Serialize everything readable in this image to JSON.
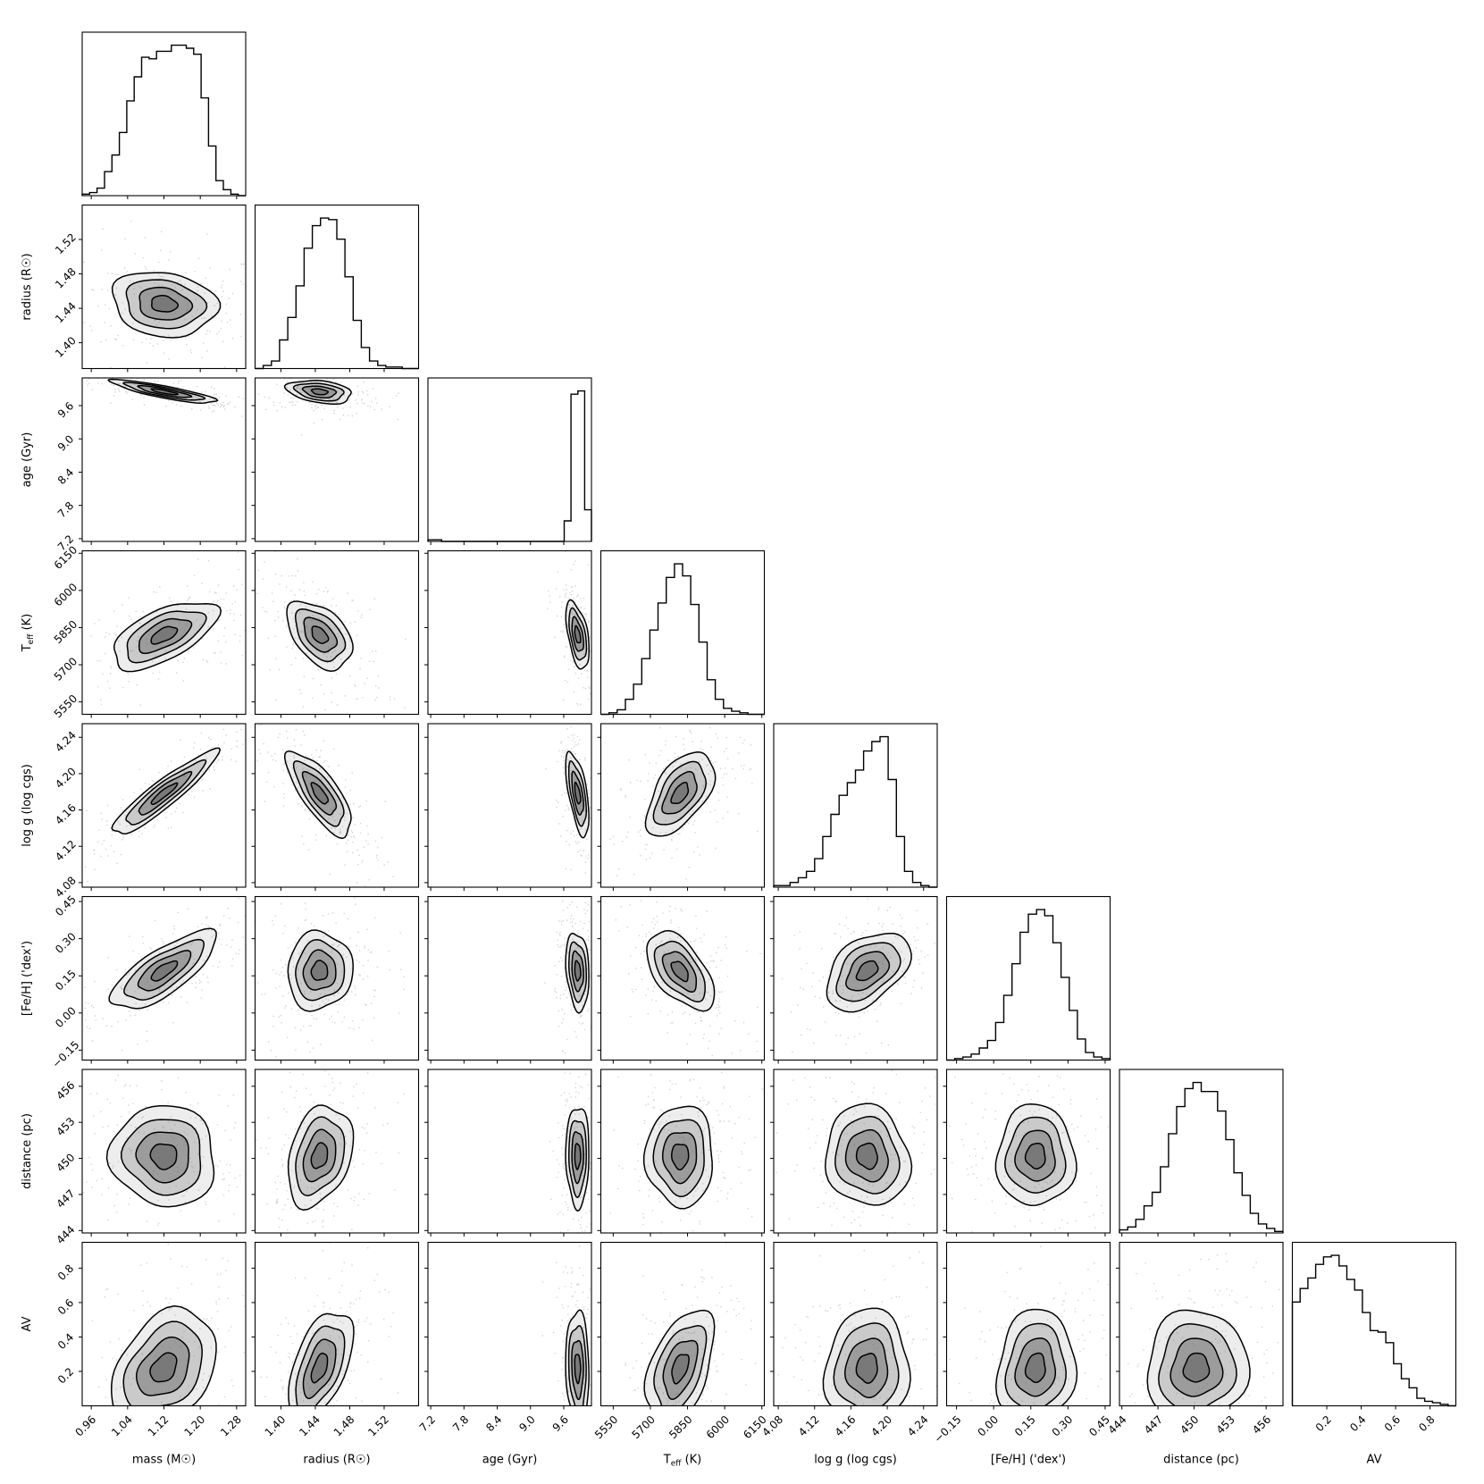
{
  "chart_data": {
    "type": "corner",
    "parameters": [
      {
        "key": "mass",
        "label": "mass (M☉)",
        "range": [
          0.94,
          1.3
        ],
        "ticks": [
          0.96,
          1.04,
          1.12,
          1.2,
          1.28
        ],
        "tick_labels": [
          "0.96",
          "1.04",
          "1.12",
          "1.20",
          "1.28"
        ],
        "median": 1.12,
        "sigma": 0.055
      },
      {
        "key": "radius",
        "label": "radius (R☉)",
        "range": [
          1.37,
          1.56
        ],
        "ticks": [
          1.4,
          1.44,
          1.48,
          1.52
        ],
        "tick_labels": [
          "1.40",
          "1.44",
          "1.48",
          "1.52"
        ],
        "median": 1.445,
        "sigma": 0.018
      },
      {
        "key": "age",
        "label": "age (Gyr)",
        "range": [
          7.15,
          10.1
        ],
        "ticks": [
          7.2,
          7.8,
          8.4,
          9.0,
          9.6
        ],
        "tick_labels": [
          "7.2",
          "7.8",
          "8.4",
          "9.0",
          "9.6"
        ],
        "median": 9.85,
        "sigma": 0.1
      },
      {
        "key": "teff",
        "label": "T_eff (K)",
        "range": [
          5500,
          6160
        ],
        "ticks": [
          5550,
          5700,
          5850,
          6000,
          6150
        ],
        "tick_labels": [
          "5550",
          "5700",
          "5850",
          "6000",
          "6150"
        ],
        "median": 5820,
        "sigma": 65
      },
      {
        "key": "logg",
        "label": "log g (log cgs)",
        "range": [
          4.075,
          4.255
        ],
        "ticks": [
          4.08,
          4.12,
          4.16,
          4.2,
          4.24
        ],
        "tick_labels": [
          "4.08",
          "4.12",
          "4.16",
          "4.20",
          "4.24"
        ],
        "median": 4.178,
        "sigma": 0.022
      },
      {
        "key": "feh",
        "label": "[Fe/H] ('dex')",
        "range": [
          -0.19,
          0.47
        ],
        "ticks": [
          -0.15,
          0.0,
          0.15,
          0.3,
          0.45
        ],
        "tick_labels": [
          "−0.15",
          "0.00",
          "0.15",
          "0.30",
          "0.45"
        ],
        "median": 0.17,
        "sigma": 0.075
      },
      {
        "key": "distance",
        "label": "distance (pc)",
        "range": [
          443.8,
          457.4
        ],
        "ticks": [
          444,
          447,
          450,
          453,
          456
        ],
        "tick_labels": [
          "444",
          "447",
          "450",
          "453",
          "456"
        ],
        "median": 450.2,
        "sigma": 2.0
      },
      {
        "key": "av",
        "label": "AV",
        "range": [
          0.0,
          0.95
        ],
        "ticks": [
          0.2,
          0.4,
          0.6,
          0.8
        ],
        "tick_labels": [
          "0.2",
          "0.4",
          "0.6",
          "0.8"
        ],
        "median": 0.22,
        "sigma": 0.16
      }
    ],
    "histograms": [
      [
        0.01,
        0.02,
        0.05,
        0.16,
        0.27,
        0.42,
        0.63,
        0.79,
        0.92,
        0.91,
        0.96,
        0.96,
        1.0,
        1.0,
        0.98,
        0.94,
        0.65,
        0.33,
        0.1,
        0.04,
        0.01,
        0.0
      ],
      [
        0.0,
        0.02,
        0.05,
        0.19,
        0.34,
        0.55,
        0.8,
        0.95,
        1.0,
        0.99,
        0.86,
        0.61,
        0.32,
        0.14,
        0.05,
        0.02,
        0.01,
        0.01,
        0.0,
        0.0
      ],
      [
        0.01,
        0.01,
        0.0,
        0.0,
        0.0,
        0.0,
        0.0,
        0.0,
        0.0,
        0.0,
        0.0,
        0.0,
        0.0,
        0.0,
        0.0,
        0.0,
        0.0,
        0.0,
        0.0,
        0.0,
        0.13,
        0.93,
        0.95,
        0.2
      ],
      [
        0.0,
        0.01,
        0.03,
        0.1,
        0.2,
        0.37,
        0.56,
        0.74,
        0.91,
        1.0,
        0.92,
        0.73,
        0.48,
        0.23,
        0.1,
        0.04,
        0.02,
        0.01,
        0.0,
        0.0
      ],
      [
        0.01,
        0.01,
        0.03,
        0.06,
        0.1,
        0.18,
        0.32,
        0.46,
        0.58,
        0.66,
        0.74,
        0.86,
        0.92,
        0.95,
        0.68,
        0.32,
        0.1,
        0.03,
        0.01,
        0.0
      ],
      [
        0.0,
        0.01,
        0.02,
        0.04,
        0.08,
        0.13,
        0.25,
        0.43,
        0.64,
        0.85,
        0.97,
        1.0,
        0.96,
        0.78,
        0.55,
        0.33,
        0.14,
        0.05,
        0.02,
        0.01
      ],
      [
        0.02,
        0.04,
        0.09,
        0.18,
        0.27,
        0.44,
        0.66,
        0.84,
        0.96,
        1.0,
        0.94,
        0.94,
        0.81,
        0.62,
        0.4,
        0.25,
        0.13,
        0.06,
        0.03,
        0.01
      ],
      [
        0.69,
        0.78,
        0.85,
        0.94,
        0.99,
        1.0,
        0.93,
        0.84,
        0.77,
        0.62,
        0.5,
        0.49,
        0.42,
        0.28,
        0.18,
        0.12,
        0.05,
        0.03,
        0.02,
        0.01,
        0.0
      ]
    ],
    "correlations": [
      [
        0,
        1,
        -0.15
      ],
      [
        0,
        2,
        -0.85
      ],
      [
        1,
        2,
        -0.3
      ],
      [
        0,
        3,
        0.6
      ],
      [
        1,
        3,
        -0.45
      ],
      [
        2,
        3,
        -0.5
      ],
      [
        0,
        4,
        0.92
      ],
      [
        1,
        4,
        -0.75
      ],
      [
        2,
        4,
        -0.6
      ],
      [
        3,
        4,
        0.55
      ],
      [
        0,
        5,
        0.75
      ],
      [
        1,
        5,
        0.05
      ],
      [
        2,
        5,
        -0.2
      ],
      [
        3,
        5,
        -0.55
      ],
      [
        4,
        5,
        0.45
      ],
      [
        0,
        6,
        -0.05
      ],
      [
        1,
        6,
        0.3
      ],
      [
        2,
        6,
        0.0
      ],
      [
        3,
        6,
        0.0
      ],
      [
        4,
        6,
        -0.1
      ],
      [
        5,
        6,
        0.0
      ],
      [
        0,
        7,
        0.35
      ],
      [
        1,
        7,
        0.55
      ],
      [
        2,
        7,
        -0.1
      ],
      [
        3,
        7,
        0.45
      ],
      [
        4,
        7,
        0.05
      ],
      [
        5,
        7,
        0.1
      ],
      [
        6,
        7,
        0.05
      ]
    ],
    "grid": false,
    "contour_levels": [
      0.5,
      1.0,
      1.5,
      2.0
    ],
    "colors": {
      "line": "#000000",
      "fill": "#6e6e6e",
      "background": "#ffffff",
      "points": "#b0b0b0"
    }
  }
}
